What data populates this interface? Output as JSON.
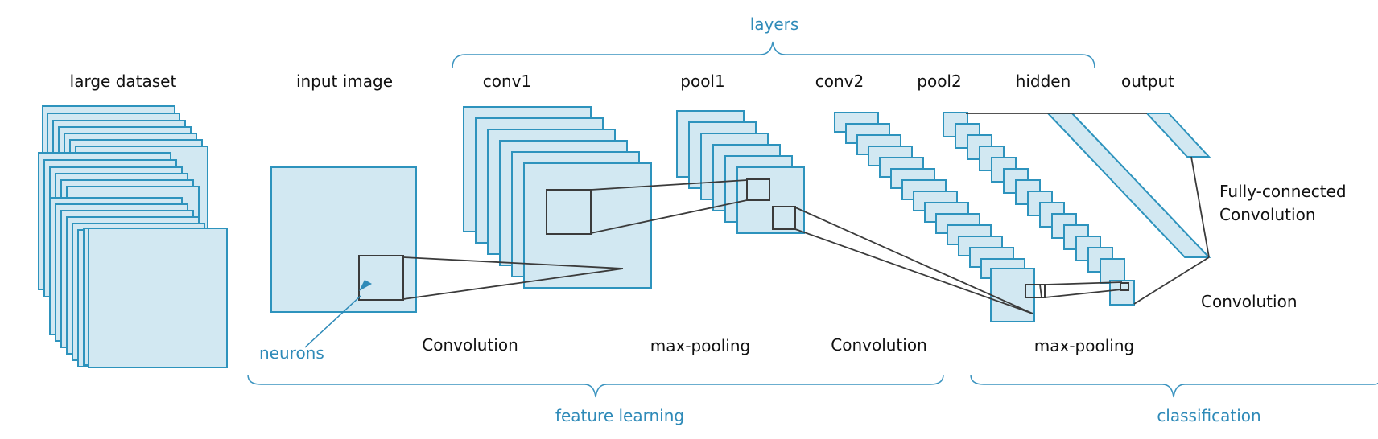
{
  "colors": {
    "fill": "#d2e8f2",
    "stroke": "#2d93bd",
    "line": "#3b3b3b",
    "blue_text": "#2e8ab8",
    "black_text": "#111111"
  },
  "top": {
    "layers": "layers"
  },
  "columns": {
    "large_dataset": "large dataset",
    "input_image": "input image",
    "conv1": "conv1",
    "pool1": "pool1",
    "conv2": "conv2",
    "pool2": "pool2",
    "hidden": "hidden",
    "output": "output"
  },
  "operations": {
    "convolution_1": "Convolution",
    "max_pooling_1": "max-pooling",
    "convolution_2": "Convolution",
    "max_pooling_2": "max-pooling",
    "convolution_3": "Convolution",
    "fully_connected_line1": "Fully-connected",
    "fully_connected_line2": "Convolution"
  },
  "annotations": {
    "neurons": "neurons"
  },
  "bottom": {
    "feature_learning": "feature learning",
    "classification": "classification"
  }
}
